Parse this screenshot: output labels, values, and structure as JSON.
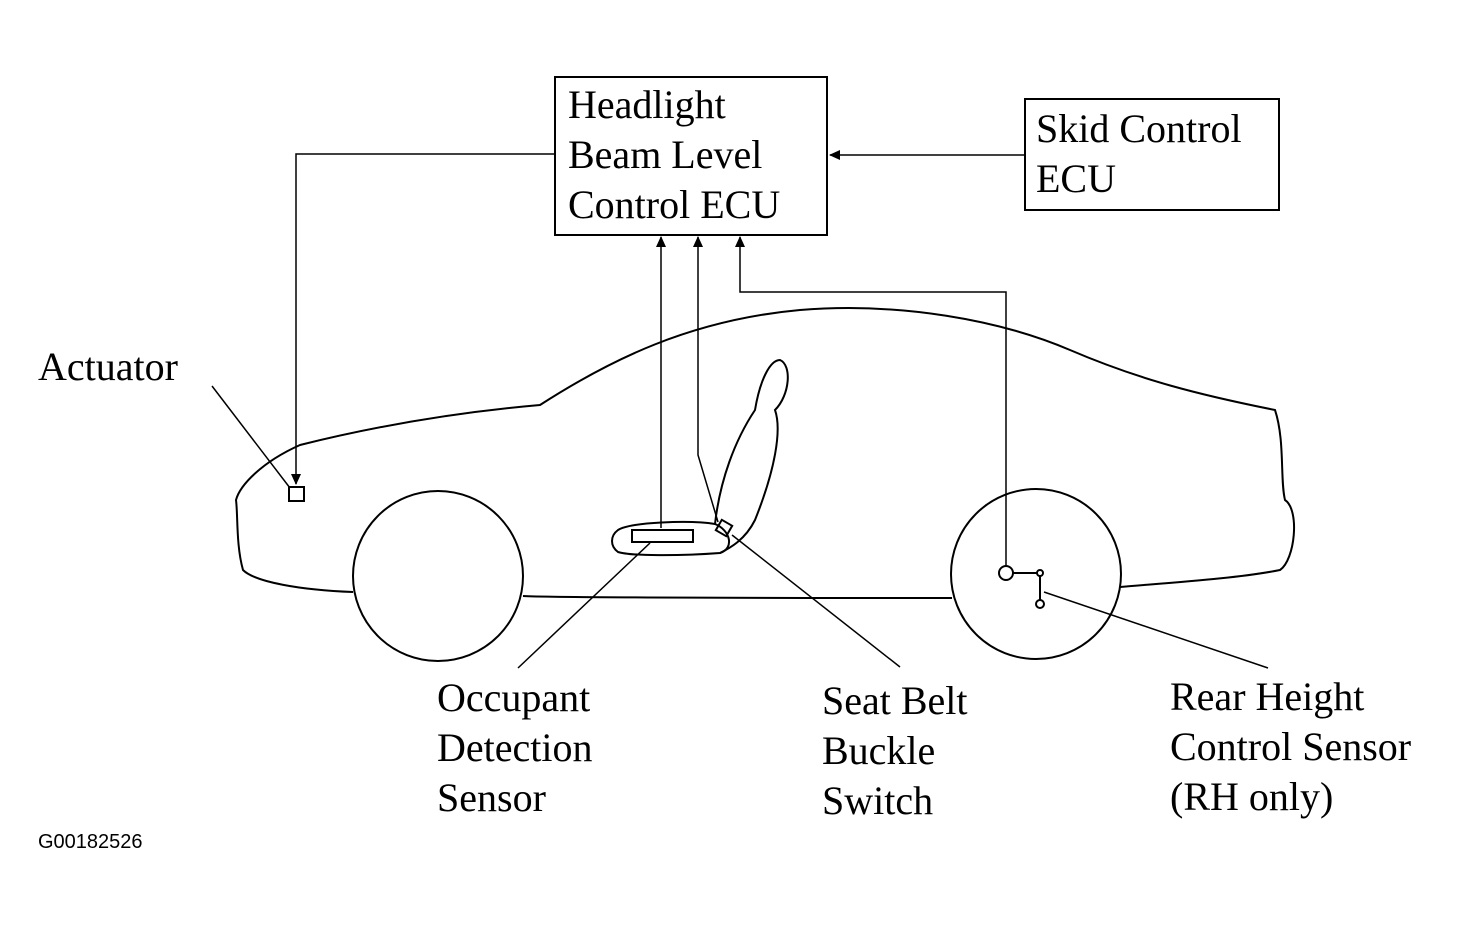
{
  "ecu_box": {
    "lines": [
      "Headlight",
      "Beam Level",
      "Control ECU"
    ]
  },
  "skid_box": {
    "lines": [
      "Skid Control",
      "ECU"
    ]
  },
  "labels": {
    "actuator": "Actuator",
    "occupant": [
      "Occupant",
      "Detection",
      "Sensor"
    ],
    "seatbelt": [
      "Seat Belt",
      "Buckle",
      "Switch"
    ],
    "rear_height": [
      "Rear Height",
      "Control Sensor",
      "(RH only)"
    ]
  },
  "figure_code": "G00182526",
  "colors": {
    "line": "#000000",
    "background": "#ffffff"
  }
}
